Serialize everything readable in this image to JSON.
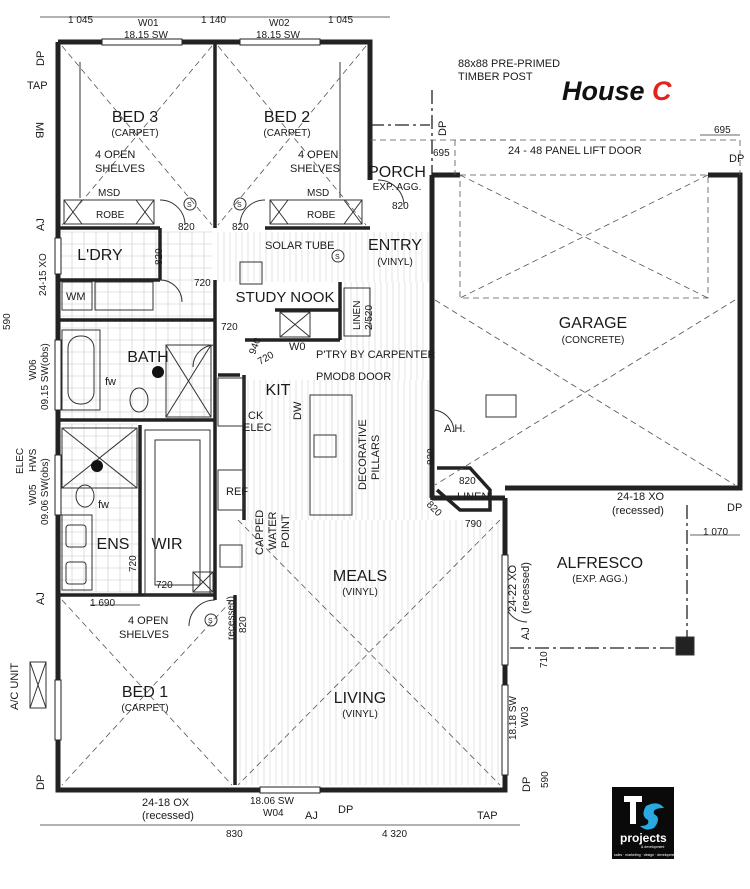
{
  "title": {
    "main": "House ",
    "letter": "C",
    "letter_color": "#e2231a"
  },
  "rooms": {
    "bed3": {
      "name": "BED 3",
      "floor": "(CARPET)"
    },
    "bed2": {
      "name": "BED 2",
      "floor": "(CARPET)"
    },
    "bed1": {
      "name": "BED 1",
      "floor": "(CARPET)"
    },
    "porch": {
      "name": "PORCH",
      "floor": "EXP. AGG."
    },
    "entry": {
      "name": "ENTRY",
      "floor": "(VINYL)"
    },
    "garage": {
      "name": "GARAGE",
      "floor": "(CONCRETE)"
    },
    "laundry": {
      "name": "L'DRY"
    },
    "study": {
      "name": "STUDY NOOK"
    },
    "bath": {
      "name": "BATH"
    },
    "kit": {
      "name": "KIT"
    },
    "ens": {
      "name": "ENS"
    },
    "wir": {
      "name": "WIR"
    },
    "meals": {
      "name": "MEALS",
      "floor": "(VINYL)"
    },
    "living": {
      "name": "LIVING",
      "floor": "(VINYL)"
    },
    "alfresco": {
      "name": "ALFRESCO",
      "floor": "(EXP. AGG.)"
    }
  },
  "notes": {
    "post_1": "88x88 PRE-PRIMED",
    "post_2": "TIMBER POST",
    "shelves_a1": "4 OPEN",
    "shelves_a2": "SHELVES",
    "msd": "MSD",
    "robe": "ROBE",
    "solar_tube": "SOLAR TUBE",
    "linen": "LINEN",
    "linen_dim": "2/520",
    "pantry": "P'TRY BY CARPENTER",
    "pmod": "PMOD8 DOOR",
    "ck": "CK",
    "elec": "ELEC",
    "dw": "DW",
    "ref": "REF",
    "capped_1": "CAPPED",
    "capped_2": "WATER",
    "capped_3": "POINT",
    "pillars_1": "DECORATIVE",
    "pillars_2": "PILLARS",
    "ah": "A.H.",
    "linen2": "LINEN",
    "wm": "WM",
    "fw": "fw",
    "elec_hws_1": "ELEC",
    "elec_hws_2": "HWS",
    "ac_unit": "A/C UNIT",
    "garage_door": "24 - 48 PANEL LIFT DOOR",
    "s": "S"
  },
  "windows": {
    "w01_id": "W01",
    "w01": "18.15 SW",
    "w02_id": "W02",
    "w02": "18.15 SW",
    "w03_id": "W03",
    "w03": "18.18 SW",
    "w04_id": "W04",
    "w04": "18.06 SW",
    "w05_id": "W05",
    "w05": "09.06 SW(obs)",
    "w06_id": "W06",
    "w06": "09.15 SW(obs)",
    "x24_15": "24-15 XO",
    "x24_18ox": "24-18 OX",
    "x24_18xo": "24-18 XO",
    "x24_22xo": "24-22 XO",
    "recessed": "(recessed)",
    "recessed2": "recessed)",
    "w0": "W0",
    "bath": "BATH",
    "wir": "WIR"
  },
  "dimensions": {
    "d1045a": "1 045",
    "d1140": "1 140",
    "d1045b": "1 045",
    "d695a": "695",
    "d695b": "695",
    "d590a": "590",
    "d590b": "590",
    "d820": "820",
    "d720": "720",
    "d790": "790",
    "d1070": "1 070",
    "d1690": "1 690",
    "d710": "710",
    "d830": "830",
    "d4320": "4 320",
    "d940": "940"
  },
  "markers": {
    "dp": "DP",
    "tap": "TAP",
    "aj": "AJ",
    "mb": "MB"
  },
  "logo": {
    "name": "projects",
    "tag": "sales · marketing · design · development",
    "sub": "& development",
    "bg": "#0a0a0a",
    "accent": "#2aa8e0"
  }
}
